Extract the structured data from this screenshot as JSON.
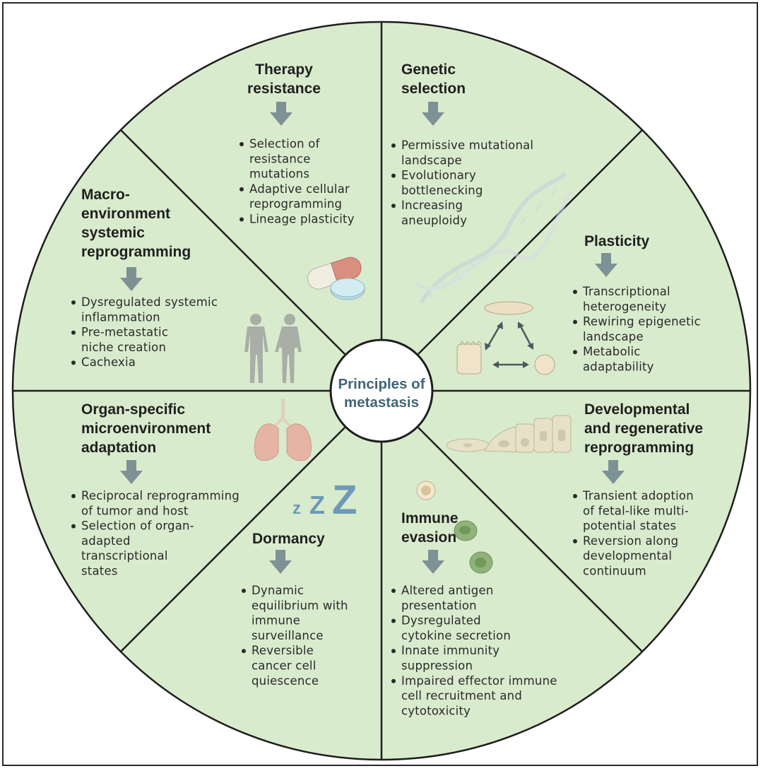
{
  "center": {
    "line1": "Principles of",
    "line2": "metastasis"
  },
  "colors": {
    "segment_fill": "#d9ebcd",
    "line": "#1e1e1e",
    "arrow": "#7d9294",
    "center_text": "#3f6578"
  },
  "segments": {
    "therapy": {
      "title": [
        "Therapy",
        "resistance"
      ],
      "bullets": [
        [
          "Selection of",
          "resistance",
          "mutations"
        ],
        [
          "Adaptive cellular",
          "reprogramming"
        ],
        [
          "Lineage plasticity"
        ]
      ],
      "icon": "pills-icon"
    },
    "genetic": {
      "title": [
        "Genetic",
        "selection"
      ],
      "bullets": [
        [
          "Permissive mutational",
          "landscape"
        ],
        [
          "Evolutionary",
          "bottlenecking"
        ],
        [
          "Increasing",
          "aneuploidy"
        ]
      ],
      "icon": "dna-helix-icon"
    },
    "plasticity": {
      "title": [
        "Plasticity"
      ],
      "bullets": [
        [
          "Transcriptional",
          "heterogeneity"
        ],
        [
          "Rewiring epigenetic",
          "landscape"
        ],
        [
          "Metabolic",
          "adaptability"
        ]
      ],
      "icon": "cell-state-cycle-icon"
    },
    "developmental": {
      "title": [
        "Developmental",
        "and regenerative",
        "reprogramming"
      ],
      "bullets": [
        [
          "Transient adoption",
          "of fetal-like multi-",
          "potential states"
        ],
        [
          "Reversion along",
          "developmental",
          "continuum"
        ]
      ],
      "icon": "epithelium-cells-icon"
    },
    "immune": {
      "title": [
        "Immune",
        "evasion"
      ],
      "bullets": [
        [
          "Altered antigen",
          "presentation"
        ],
        [
          "Dysregulated",
          "cytokine secretion"
        ],
        [
          "Innate immunity",
          "suppression"
        ],
        [
          "Impaired effector immune",
          "cell recruitment and",
          "cytotoxicity"
        ]
      ],
      "icon": "immune-cells-icon"
    },
    "dormancy": {
      "title": [
        "Dormancy"
      ],
      "bullets": [
        [
          "Dynamic",
          "equilibrium with",
          "immune",
          "surveillance"
        ],
        [
          "Reversible",
          "cancer cell",
          "quiescence"
        ]
      ],
      "icon": "sleep-zzz-icon",
      "zzz": [
        "z",
        "Z",
        "Z"
      ]
    },
    "organ": {
      "title": [
        "Organ-specific",
        "microenvironment",
        "adaptation"
      ],
      "bullets": [
        [
          "Reciprocal reprogramming",
          "of tumor and host"
        ],
        [
          "Selection of organ-",
          "adapted",
          "transcriptional",
          "states"
        ]
      ],
      "icon": "lungs-icon"
    },
    "macro": {
      "title": [
        "Macro-",
        "environment",
        "systemic",
        "reprogramming"
      ],
      "bullets": [
        [
          "Dysregulated systemic",
          "inflammation"
        ],
        [
          "Pre-metastatic",
          "niche creation"
        ],
        [
          "Cachexia"
        ]
      ],
      "icon": "human-bodies-icon"
    }
  }
}
